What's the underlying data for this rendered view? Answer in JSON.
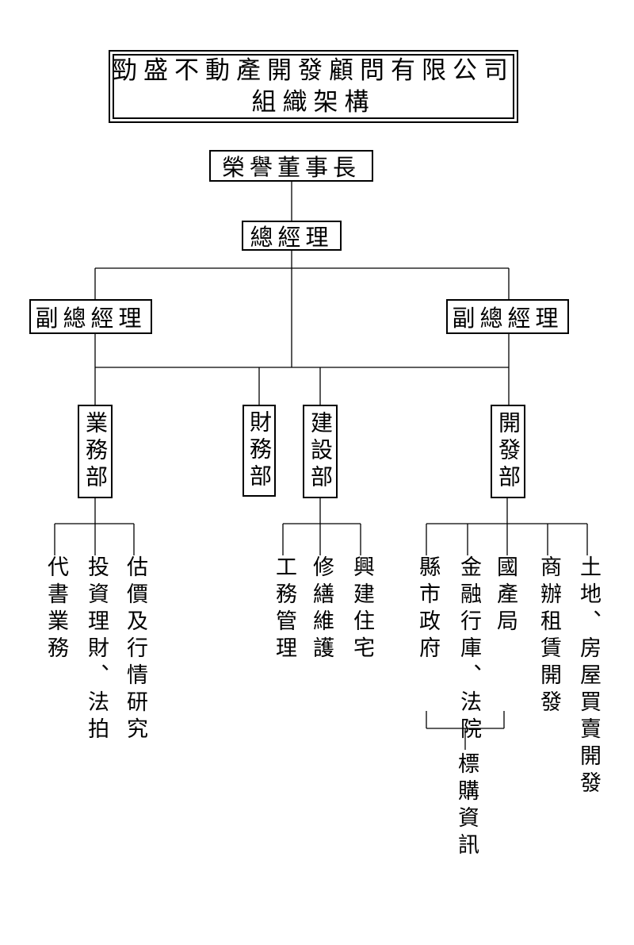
{
  "title": {
    "line1": "勁盛不動產開發顧問有限公司",
    "line2": "組織架構"
  },
  "honorary_chairman": "榮譽董事長",
  "general_manager": "總經理",
  "vice_general_managers": [
    "副總經理",
    "副總經理"
  ],
  "departments": {
    "business": "業務部",
    "finance": "財務部",
    "construction": "建設部",
    "development": "開發部"
  },
  "business_items": [
    "代書業務",
    "投資理財、法拍",
    "估價及行情研究"
  ],
  "construction_items": [
    "工務管理",
    "修繕維護",
    "興建住宅"
  ],
  "development_items": [
    "縣市政府",
    "金融行庫、法院",
    "國產局",
    "商辦租賃開發",
    "土地、房屋買賣開發"
  ],
  "tender_info": "標購資訊"
}
